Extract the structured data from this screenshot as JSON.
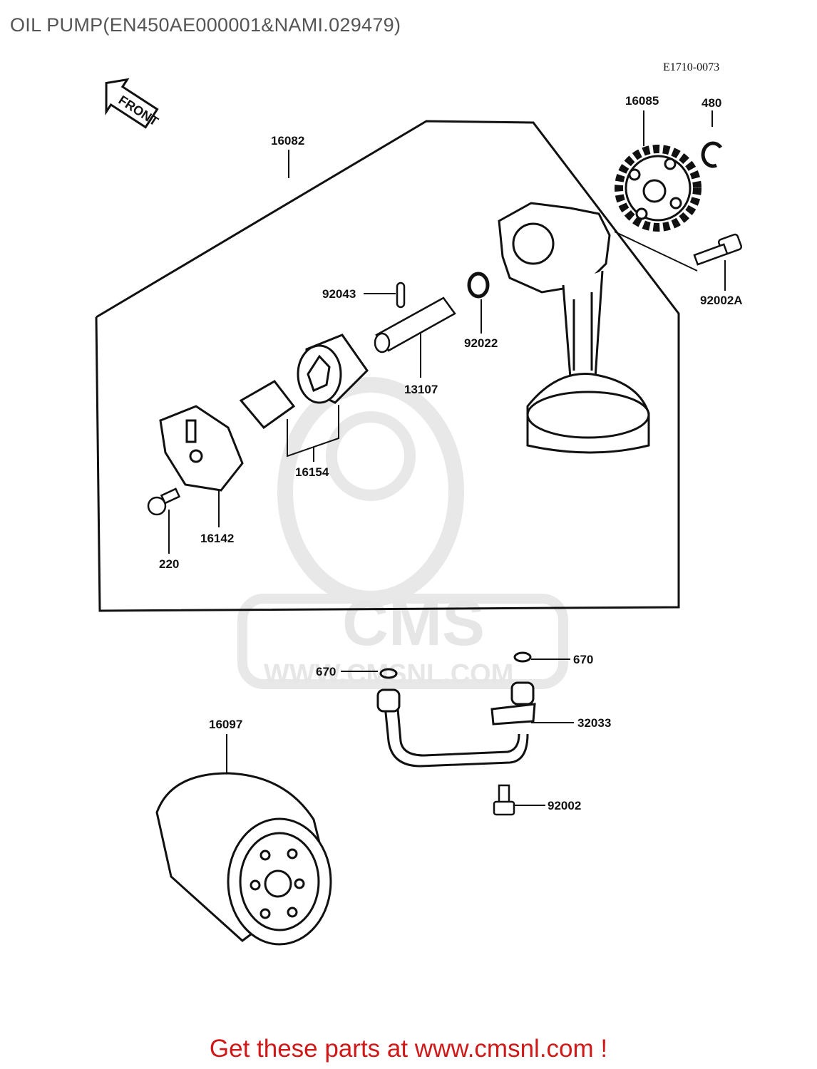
{
  "title": "OIL PUMP(EN450AE000001&NAMI.029479)",
  "diagram_code": "E1710-0073",
  "front_arrow_label": "FRONT",
  "watermark": {
    "brand": "CMS",
    "url": "WWW.CMSNL.COM"
  },
  "parts": {
    "p16082": "16082",
    "p16085": "16085",
    "p480": "480",
    "p92002A": "92002A",
    "p92043": "92043",
    "p92022": "92022",
    "p13107": "13107",
    "p16154": "16154",
    "p16142": "16142",
    "p220": "220",
    "p670a": "670",
    "p670b": "670",
    "p32033": "32033",
    "p16097": "16097",
    "p92002": "92002"
  },
  "footer": "Get these parts at www.cmsnl.com !",
  "colors": {
    "footer": "#d01818",
    "title": "#555555",
    "lines": "#111111",
    "watermark": "#e6e6e6"
  }
}
